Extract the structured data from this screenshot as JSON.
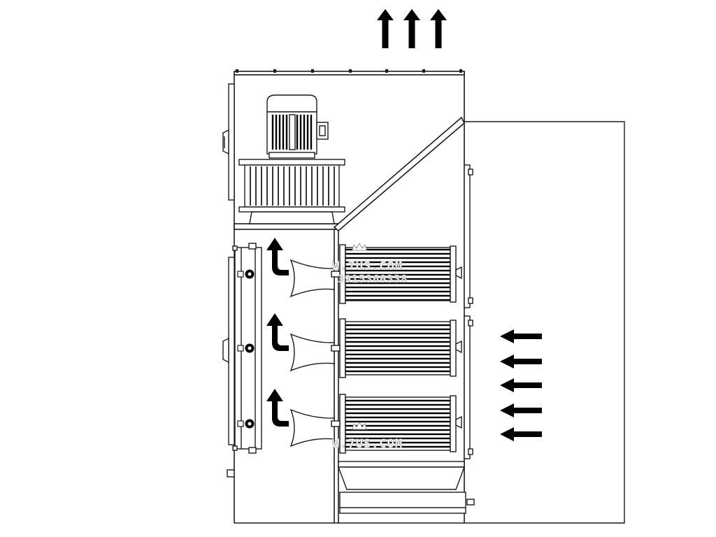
{
  "figure": {
    "stroke_color": "#1a1a1a",
    "fill_color": "#ffffff",
    "arrow_color": "#000000",
    "watermark_color": "#9a9a9a"
  },
  "watermarks": {
    "site_a": "W.7US.COM",
    "phone": "3915360338",
    "site_b": "W.7US.COM"
  }
}
